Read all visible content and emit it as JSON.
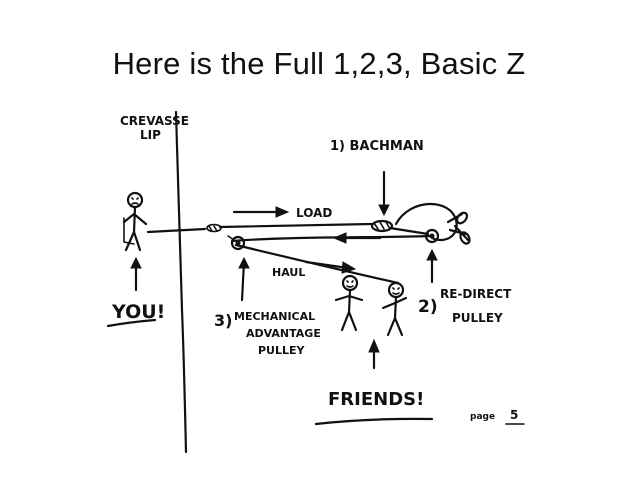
{
  "slide": {
    "title": "Here is the Full 1,2,3, Basic Z"
  },
  "drawing": {
    "labels": {
      "crevasse_line1": "CREVASSE",
      "crevasse_line2": "LIP",
      "bachman": "1) BACHMAN",
      "load": "LOAD",
      "haul": "HAUL",
      "you": "YOU!",
      "mech_num": "3)",
      "mech_line1": "MECHANICAL",
      "mech_line2": "ADVANTAGE",
      "mech_line3": "PULLEY",
      "redirect_num": "2)",
      "redirect_line1": "RE-DIRECT",
      "redirect_line2": "PULLEY",
      "friends": "FRIENDS!",
      "page_word": "page",
      "page_num": "5"
    },
    "icons": [
      "stick-figure-icon",
      "pulley-icon",
      "carabiner-icon",
      "arrow-icon"
    ]
  }
}
